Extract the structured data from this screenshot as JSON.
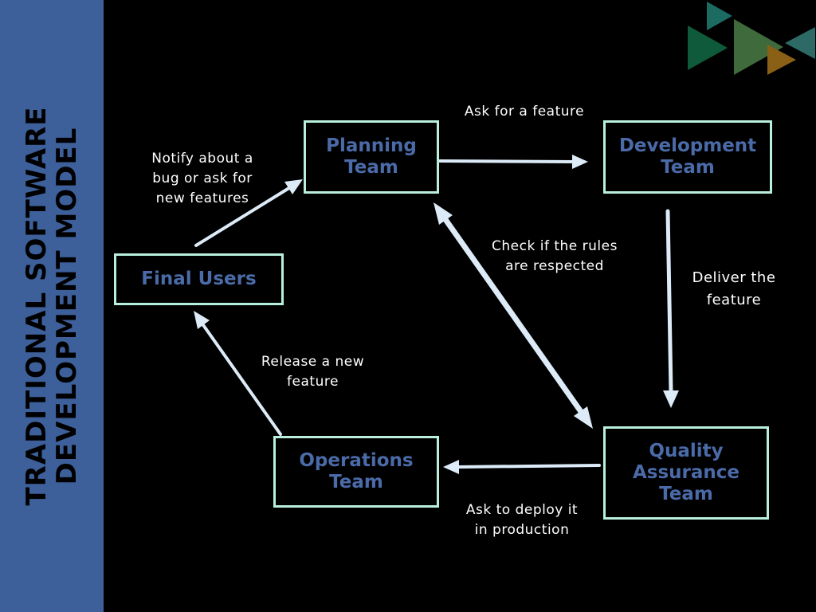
{
  "sidebar": {
    "title_line1": "TRADITIONAL SOFTWARE",
    "title_line2": "DEVELOPMENT MODEL"
  },
  "nodes": {
    "planning": "Planning\nTeam",
    "development": "Development\nTeam",
    "qa": "Quality\nAssurance\nTeam",
    "operations": "Operations\nTeam",
    "final_users": "Final Users"
  },
  "edges": {
    "ask_feature": "Ask for a feature",
    "deliver_feature": "Deliver the\nfeature",
    "ask_deploy": "Ask to deploy it\nin production",
    "release_feature": "Release a new\nfeature",
    "notify_bug": "Notify about a\nbug or ask for\nnew features",
    "check_rules": "Check if the rules\nare respected"
  },
  "colors": {
    "background": "#000000",
    "sidebar": "#3d5f9a",
    "box_border": "#b9f0dc",
    "box_text": "#4a6aa8",
    "arrow": "#dcebf7"
  },
  "decoration": "triangles-logo"
}
